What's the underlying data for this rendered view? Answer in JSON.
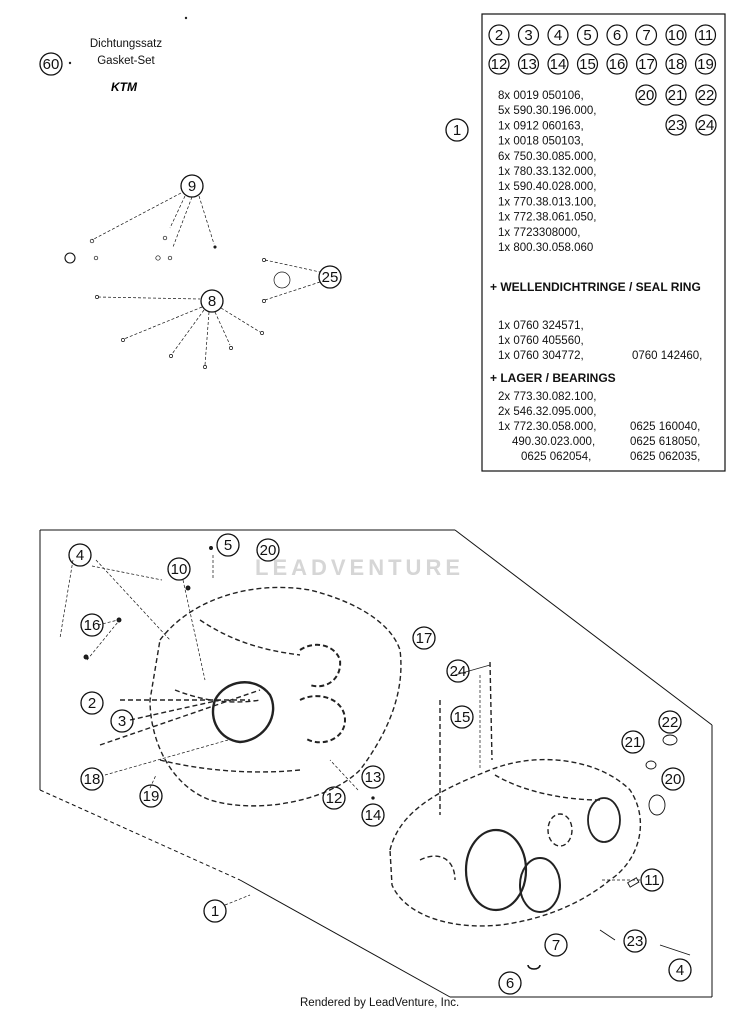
{
  "gasket_label": {
    "number": "60",
    "line1": "Dichtungssatz",
    "line2": "Gasket-Set",
    "brand": "KTM"
  },
  "kit_box": {
    "item_number": "1",
    "circle_numbers_row1": [
      "2",
      "3",
      "4",
      "5",
      "6",
      "7",
      "10",
      "11"
    ],
    "circle_numbers_row2": [
      "12",
      "13",
      "14",
      "15",
      "16",
      "17",
      "18",
      "19"
    ],
    "circle_numbers_side": [
      "20",
      "21",
      "22",
      "23",
      "24"
    ],
    "parts": [
      "8x 0019 050106,",
      "5x 590.30.196.000,",
      "1x 0912 060163,",
      "1x 0018 050103,",
      "6x 750.30.085.000,",
      "1x 780.33.132.000,",
      "1x 590.40.028.000,",
      "1x 770.38.013.100,",
      "1x 772.38.061.050,",
      "1x 7723308000,",
      "1x 800.30.058.060"
    ],
    "seal_header": "+ WELLENDICHTRINGE /  SEAL RING",
    "seals": [
      "1x 0760 324571,",
      "1x 0760 405560,",
      "1x 0760 304772,"
    ],
    "seal_extra": "0760 142460,",
    "bearing_header": "+ LAGER / BEARINGS",
    "bearings_left": [
      "2x 773.30.082.100,",
      "2x 546.32.095.000,",
      "1x 772.30.058.000,",
      "490.30.023.000,",
      "0625 062054,"
    ],
    "bearings_right": [
      "0625 160040,",
      "0625 618050,",
      "0625 062035,"
    ]
  },
  "callouts": {
    "c9": "9",
    "c8": "8",
    "c25": "25",
    "c4a": "4",
    "c5": "5",
    "c20a": "20",
    "c10": "10",
    "c16": "16",
    "c2": "2",
    "c3": "3",
    "c18": "18",
    "c19": "19",
    "c17": "17",
    "c13": "13",
    "c12": "12",
    "c14": "14",
    "c24": "24",
    "c15": "15",
    "c22": "22",
    "c21": "21",
    "c20b": "20",
    "c11": "11",
    "c1": "1",
    "c7": "7",
    "c23": "23",
    "c6": "6",
    "c4b": "4"
  },
  "watermark": "LEADVENTURE",
  "footer": "Rendered by LeadVenture, Inc."
}
